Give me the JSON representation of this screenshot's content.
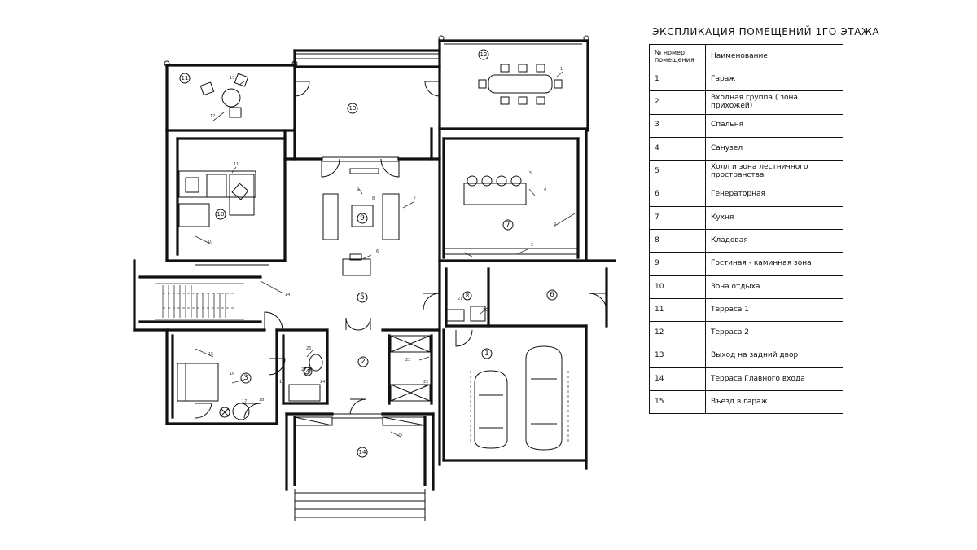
{
  "legend": {
    "title": "ЭКСПЛИКАЦИЯ ПОМЕЩЕНИЙ 1ГО ЭТАЖА",
    "header_num": "№ номер помещения",
    "header_name": "Наименование",
    "rows": [
      {
        "num": "1",
        "name": "Гараж"
      },
      {
        "num": "2",
        "name": "Входная группа ( зона прихожей)"
      },
      {
        "num": "3",
        "name": "Спальня"
      },
      {
        "num": "4",
        "name": "Санузел"
      },
      {
        "num": "5",
        "name": "Холл и зона лестничного пространства"
      },
      {
        "num": "6",
        "name": "Генераторная"
      },
      {
        "num": "7",
        "name": "Кухня"
      },
      {
        "num": "8",
        "name": "Кладовая"
      },
      {
        "num": "9",
        "name": "Гостиная - каминная зона"
      },
      {
        "num": "10",
        "name": "Зона отдыха"
      },
      {
        "num": "11",
        "name": "Терраса 1"
      },
      {
        "num": "12",
        "name": "Терраса 2"
      },
      {
        "num": "13",
        "name": "Выход на задний двор"
      },
      {
        "num": "14",
        "name": "Терраса Главного входа"
      },
      {
        "num": "15",
        "name": "Въезд в гараж"
      }
    ]
  },
  "plan": {
    "room_markers": [
      "1",
      "2",
      "3",
      "4",
      "5",
      "6",
      "7",
      "8",
      "9",
      "10",
      "11",
      "12",
      "13",
      "14"
    ],
    "furniture_labels": [
      "1",
      "2",
      "3",
      "4",
      "5",
      "6",
      "7",
      "8",
      "9",
      "10",
      "11",
      "12",
      "13",
      "14",
      "15",
      "16",
      "17",
      "18",
      "19",
      "20",
      "21",
      "22",
      "23",
      "24",
      "25",
      "26",
      "27"
    ]
  }
}
